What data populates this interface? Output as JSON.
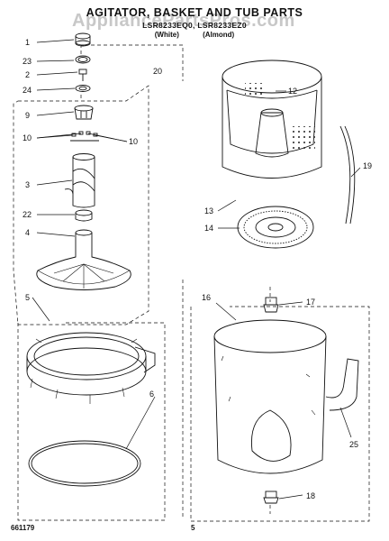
{
  "header": {
    "title": "AGITATOR, BASKET AND TUB PARTS",
    "model_line": "LSR8233EQ0, LSR8233EZ0",
    "color_white": "(White)",
    "color_almond": "(Almond)"
  },
  "watermark": "AppliancePartsPros.com",
  "callouts": {
    "c1": "1",
    "c23": "23",
    "c2": "2",
    "c24": "24",
    "c9": "9",
    "c10a": "10",
    "c10b": "10",
    "c3": "3",
    "c22": "22",
    "c4": "4",
    "c20": "20",
    "c5": "5",
    "c6": "6",
    "c12": "12",
    "c13": "13",
    "c14": "14",
    "c19": "19",
    "c16": "16",
    "c17": "17",
    "c25": "25",
    "c18": "18"
  },
  "footer": {
    "code": "661179",
    "page": "5"
  }
}
